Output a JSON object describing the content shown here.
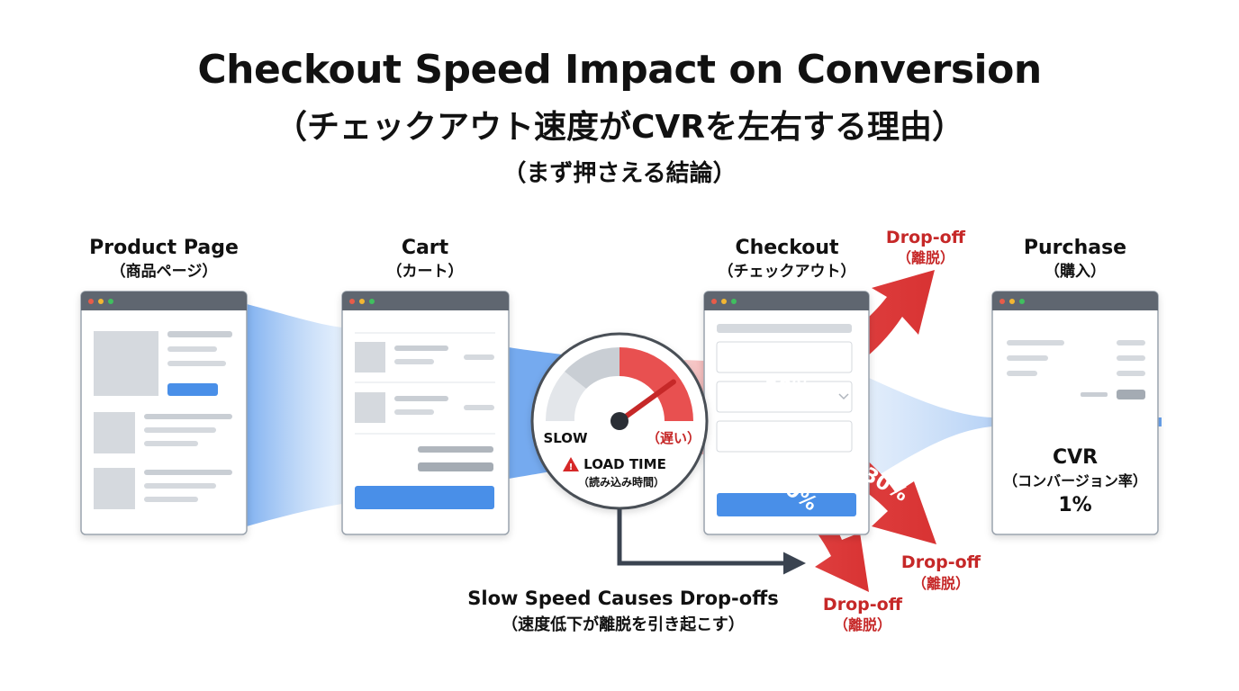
{
  "header": {
    "title": "Checkout Speed Impact on Conversion",
    "subtitle": "（チェックアウト速度がCVRを左右する理由）",
    "tagline": "（まず押さえる結論）"
  },
  "stages": [
    {
      "name": "Product Page",
      "sub": "（商品ページ）"
    },
    {
      "name": "Cart",
      "sub": "（カート）"
    },
    {
      "name": "Checkout",
      "sub": "（チェックアウト）"
    },
    {
      "name": "Purchase",
      "sub": "（購入）"
    }
  ],
  "gauge": {
    "slow_label": "SLOW",
    "slow_jp": "（遅い）",
    "metric": "LOAD TIME",
    "metric_jp": "（読み込み時間）",
    "level": 0.8
  },
  "dropoffs": [
    {
      "pct": "−50%",
      "label": "Drop-off",
      "label_jp": "（離脱）"
    },
    {
      "pct": "−30%",
      "label": "Drop-off",
      "label_jp": "（離脱）"
    },
    {
      "pct": "−30%",
      "label": "Drop-off",
      "label_jp": "（離脱）"
    }
  ],
  "result": {
    "label": "CVR",
    "label_jp": "（コンバージョン率）",
    "value": "1%"
  },
  "caption": {
    "line1": "Slow Speed Causes Drop-offs",
    "line2": "（速度低下が離脱を引き起こす）"
  },
  "colors": {
    "red": "#d62828",
    "blue": "#4a90e2",
    "gray_bar": "#5f6670",
    "accent_button": "#4a8fe8"
  }
}
